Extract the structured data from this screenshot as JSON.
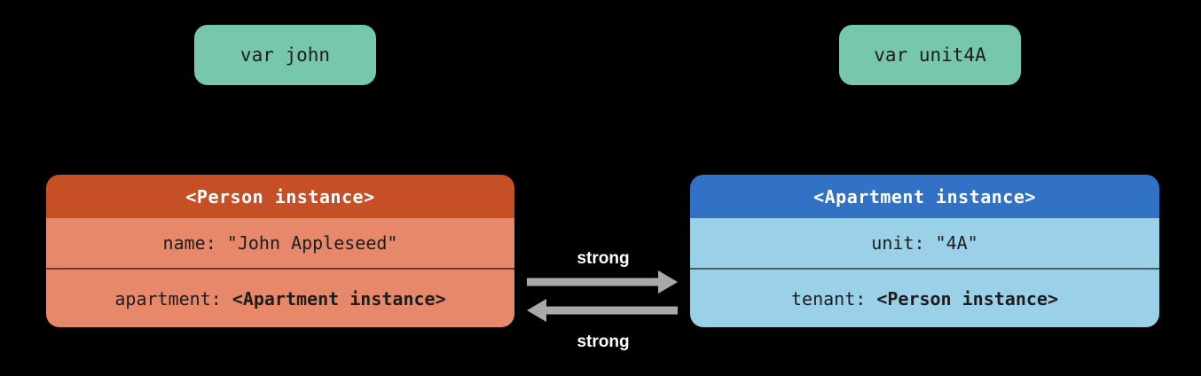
{
  "diagram": {
    "background": "#000000",
    "variables": {
      "john": {
        "label": "var john"
      },
      "unit4A": {
        "label": "var unit4A"
      }
    },
    "person_instance": {
      "title": "<Person instance>",
      "name_row": "name: \"John Appleseed\"",
      "apartment_row": {
        "prefix": "apartment: ",
        "value": "<Apartment instance>"
      }
    },
    "apartment_instance": {
      "title": "<Apartment instance>",
      "unit_row": "unit: \"4A\"",
      "tenant_row": {
        "prefix": "tenant: ",
        "value": "<Person instance>"
      }
    },
    "references": {
      "person_to_apartment": {
        "label": "strong",
        "direction": "right"
      },
      "apartment_to_person": {
        "label": "strong",
        "direction": "left"
      }
    },
    "colors": {
      "variable_box": "#76C7AD",
      "person_header": "#C64F26",
      "person_body": "#E8886A",
      "apartment_header": "#3171C6",
      "apartment_body": "#9AD0E8",
      "arrow": "#A9A9A9",
      "strong_label_text": "#FFFFFF",
      "body_text": "#1D1D1D"
    }
  }
}
